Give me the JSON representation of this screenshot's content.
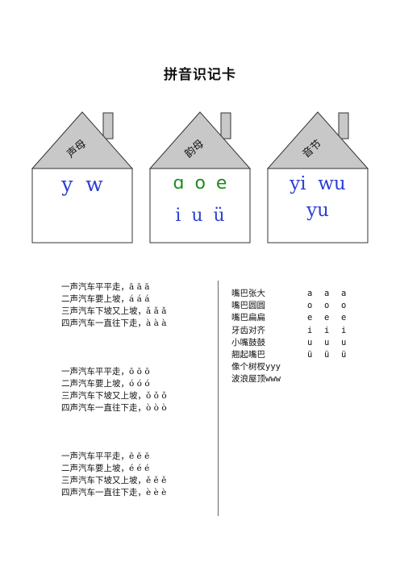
{
  "title": "拼音识记卡",
  "houses": [
    {
      "roof": "声母",
      "line1": "y  w",
      "line2": ""
    },
    {
      "roof": "韵母",
      "line1": "ɑ o e",
      "line2": "i u ü"
    },
    {
      "roof": "音节",
      "line1": "yi  wu",
      "line2": "yu"
    }
  ],
  "rhymes": [
    [
      "一声汽车平平走，ā ā ā",
      "二声汽车要上坡，á á á",
      "三声汽车下坡又上坡，ǎ ǎ ǎ",
      "四声汽车一直往下走，à à à"
    ],
    [
      "一声汽车平平走，ō ō ō",
      "二声汽车要上坡，ó ó ó",
      "三声汽车下坡又上坡，ǒ ǒ ǒ",
      "四声汽车一直往下走，ò ò ò"
    ],
    [
      "一声汽车平平走，ē ē ē",
      "二声汽车要上坡，é é é",
      "三声汽车下坡又上坡，ě ě ě",
      "四声汽车一直往下走，è è è"
    ]
  ],
  "mouth_shapes": [
    {
      "label": "嘴巴张大",
      "letters": [
        "a",
        "a",
        "a"
      ]
    },
    {
      "label": "嘴巴圆圆",
      "letters": [
        "o",
        "o",
        "o"
      ]
    },
    {
      "label": "嘴巴扁扁",
      "letters": [
        "e",
        "e",
        "e"
      ]
    },
    {
      "label": "牙齿对齐",
      "letters": [
        "i",
        "i",
        "i"
      ]
    },
    {
      "label": "小嘴鼓鼓",
      "letters": [
        "u",
        "u",
        "u"
      ]
    },
    {
      "label": "翘起嘴巴",
      "letters": [
        "ü",
        "ü",
        "ü"
      ]
    },
    {
      "label": "像个树杈",
      "letters": [
        "yyy"
      ]
    },
    {
      "label": "波浪屋顶",
      "letters": [
        "www"
      ]
    }
  ],
  "colors": {
    "consonant": "#2a3fd6",
    "vowel_top": "#1f8a1f",
    "vowel_bottom": "#2a3fd6",
    "syllable": "#2a3fd6"
  }
}
